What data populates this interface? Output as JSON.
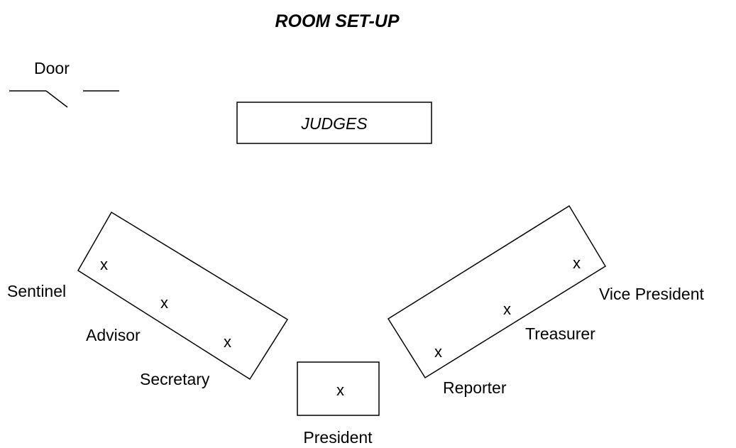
{
  "title": "ROOM SET-UP",
  "door": {
    "label": "Door"
  },
  "judges_table": {
    "label": "JUDGES"
  },
  "left_table": {
    "seat_mark": "x",
    "seats": [
      "Sentinel",
      "Advisor",
      "Secretary"
    ]
  },
  "center_table": {
    "seat_mark": "x",
    "seat": "President"
  },
  "right_table": {
    "seat_mark": "x",
    "seats": [
      "Vice President",
      "Treasurer",
      "Reporter"
    ]
  },
  "colors": {
    "line": "#000000",
    "background": "#ffffff"
  }
}
